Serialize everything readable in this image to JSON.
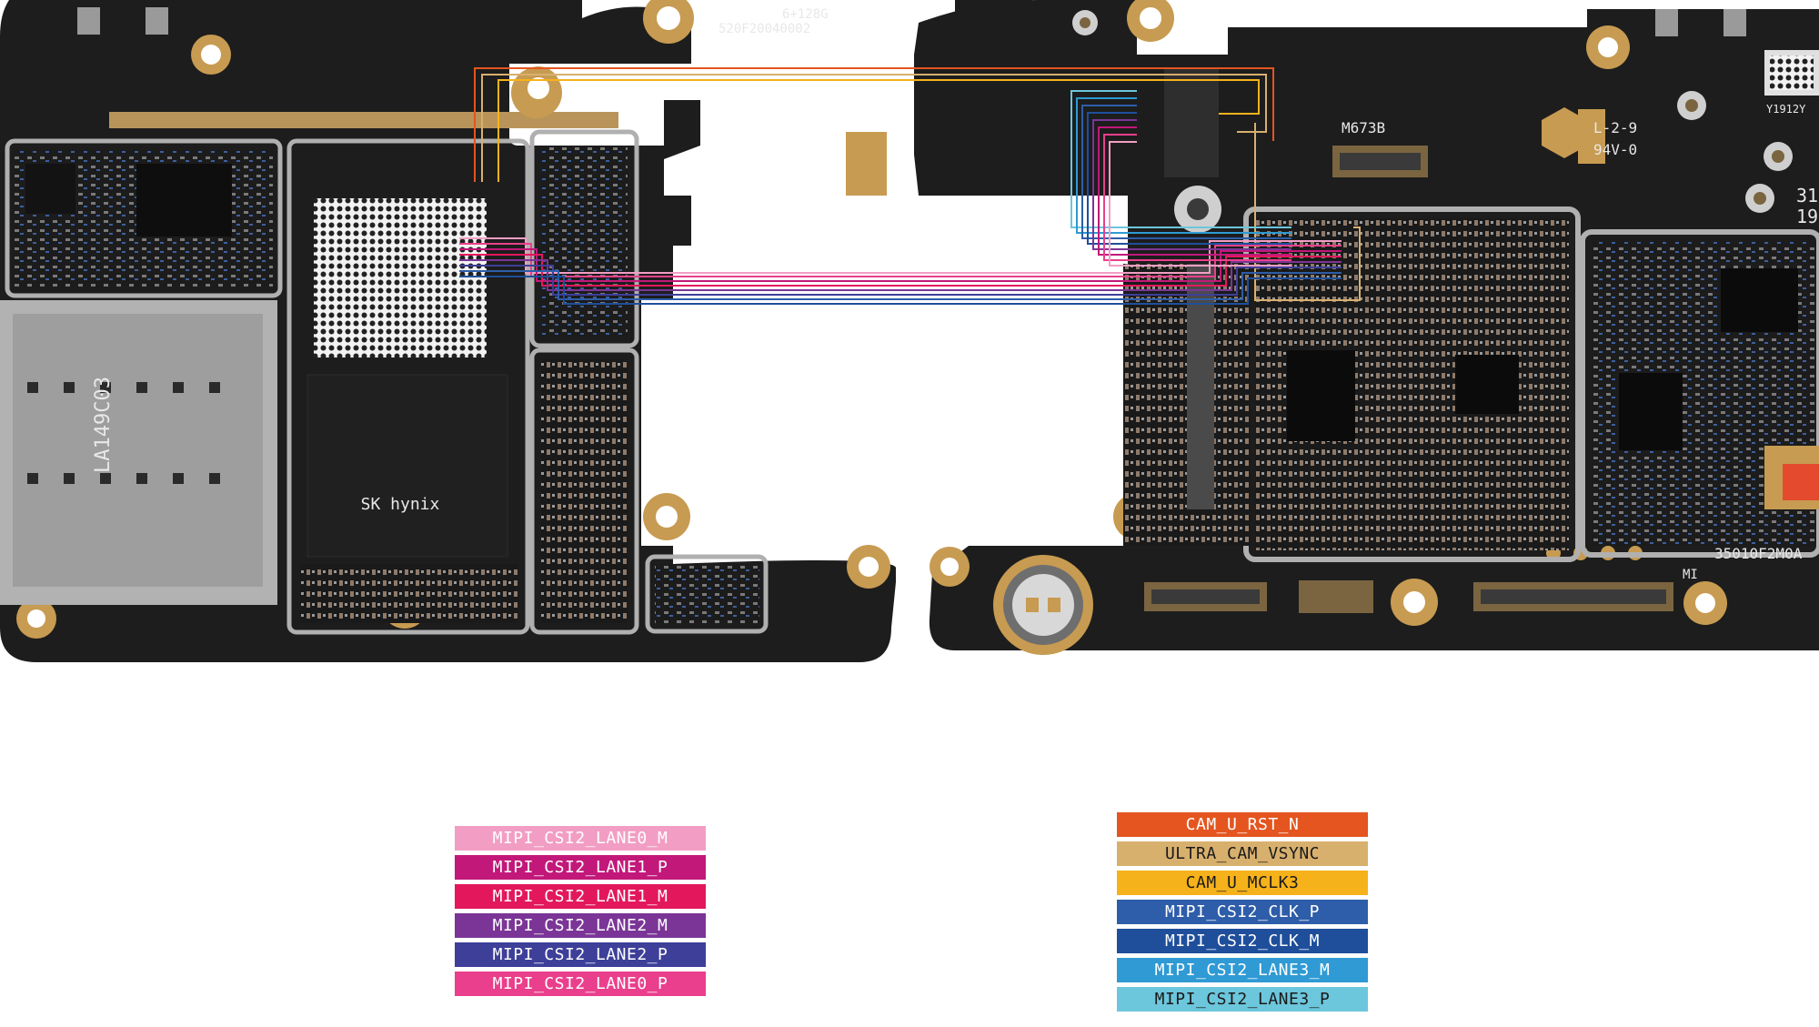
{
  "board_silkscreen": {
    "ram_label": "6+128G",
    "ram_code": "520F20040002",
    "model_code": "M673B",
    "date_code": "L-2-9",
    "rev_code": "94V-0",
    "board_id": "35010F2M0A",
    "qr_code_text": "Y1912Y",
    "side_digits_1": "31",
    "side_digits_2": "19",
    "brand_mark": "MI",
    "sim_tray_code": "LA149C03",
    "chip_brand": "SK hynix"
  },
  "legend_left": [
    {
      "label": "MIPI_CSI2_LANE0_M",
      "color": "#f29ec4",
      "dark_text": false
    },
    {
      "label": "MIPI_CSI2_LANE1_P",
      "color": "#c2187a",
      "dark_text": false
    },
    {
      "label": "MIPI_CSI2_LANE1_M",
      "color": "#e3185c",
      "dark_text": false
    },
    {
      "label": "MIPI_CSI2_LANE2_M",
      "color": "#7b3597",
      "dark_text": false
    },
    {
      "label": "MIPI_CSI2_LANE2_P",
      "color": "#3d3f99",
      "dark_text": false
    },
    {
      "label": "MIPI_CSI2_LANE0_P",
      "color": "#ea3f8c",
      "dark_text": false
    }
  ],
  "legend_right": [
    {
      "label": "CAM_U_RST_N",
      "color": "#e4551f",
      "dark_text": false
    },
    {
      "label": "ULTRA_CAM_VSYNC",
      "color": "#d8b06e",
      "dark_text": true
    },
    {
      "label": "CAM_U_MCLK3",
      "color": "#f6b21b",
      "dark_text": true
    },
    {
      "label": "MIPI_CSI2_CLK_P",
      "color": "#2e5da9",
      "dark_text": false
    },
    {
      "label": "MIPI_CSI2_CLK_M",
      "color": "#1f4f9b",
      "dark_text": false
    },
    {
      "label": "MIPI_CSI2_LANE3_M",
      "color": "#2f9ad4",
      "dark_text": false
    },
    {
      "label": "MIPI_CSI2_LANE3_P",
      "color": "#6cc6dc",
      "dark_text": true
    }
  ]
}
